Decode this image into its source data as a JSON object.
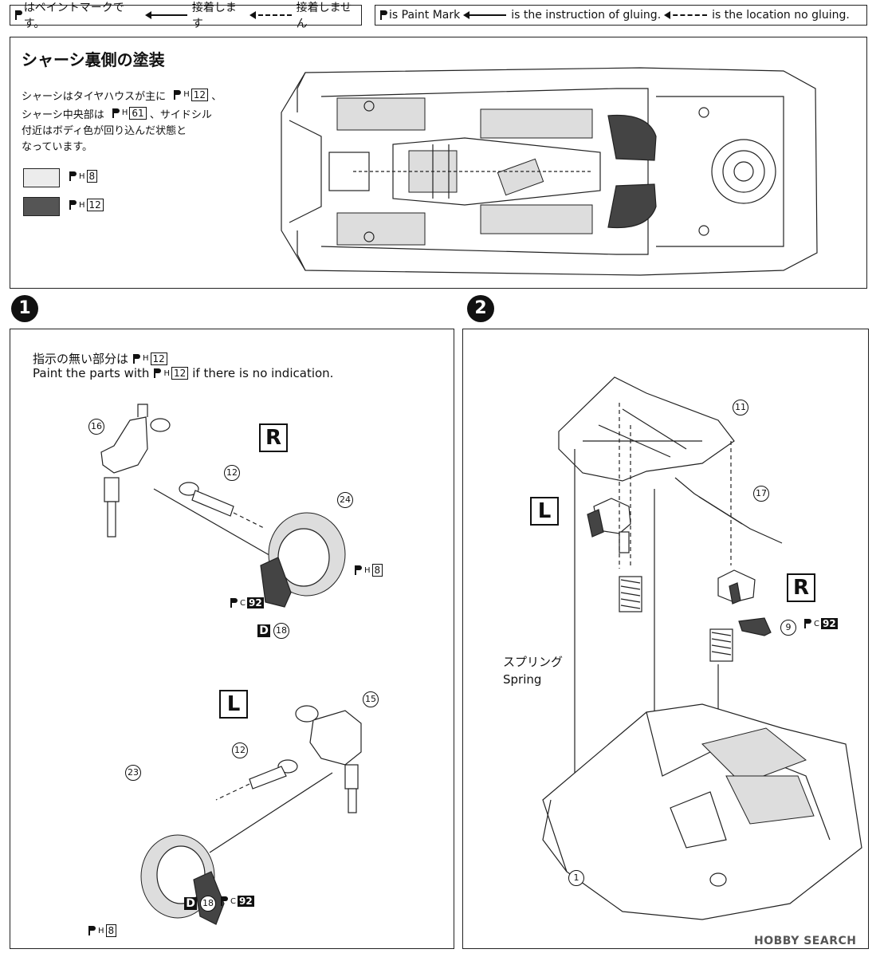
{
  "legend_jp": {
    "paint_mark": "はペイントマークです。",
    "glue": "接着します",
    "no_glue": "接着しません"
  },
  "legend_en": {
    "paint_mark": "is Paint Mark",
    "glue": "is the instruction of gluing.",
    "no_glue": "is the location no gluing."
  },
  "chassis_section": {
    "title": "シャーシ裏側の塗装",
    "desc_lines": [
      "シャーシはタイヤハウスが主に",
      "シャーシ中央部は",
      "付近はボディ色が回り込んだ状態と",
      "なっています。"
    ],
    "desc_line1_code": "12",
    "desc_line1_suffix": "、",
    "desc_line2_code": "61",
    "desc_line2_suffix": "、サイドシル",
    "swatches": [
      {
        "color": "#ececec",
        "code": "8"
      },
      {
        "color": "#555555",
        "code": "12"
      }
    ]
  },
  "step1": {
    "number": "1",
    "note_jp": "指示の無い部分は",
    "note_jp_code": "12",
    "note_en_prefix": "Paint the parts with",
    "note_en_code": "12",
    "note_en_suffix": "if there is no indication.",
    "label_r": "R",
    "label_l": "L",
    "callouts": [
      "16",
      "12",
      "24",
      "15",
      "12",
      "23"
    ],
    "paint_h8": "8",
    "paint_c92": "92",
    "decal": "D",
    "decal_num": "18"
  },
  "step2": {
    "number": "2",
    "label_l": "L",
    "label_r": "R",
    "callouts": [
      "11",
      "17",
      "9",
      "1"
    ],
    "paint_c92": "92",
    "spring_jp": "スプリング",
    "spring_en": "Spring"
  },
  "watermark": "HOBBY SEARCH",
  "colors": {
    "dark_paint": "#555555",
    "light_paint": "#ececec",
    "ink": "#111111"
  }
}
